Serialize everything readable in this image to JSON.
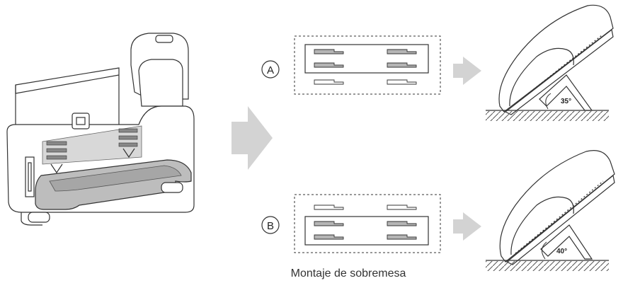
{
  "caption": "Montaje de sobremesa",
  "options": [
    {
      "letter": "A",
      "angle_label": "35°"
    },
    {
      "letter": "B",
      "angle_label": "40°"
    }
  ],
  "colors": {
    "line": "#333333",
    "arrow": "#d3d3d3",
    "slot_fill": "#b5b5b5",
    "stand_fill": "#bdbdbd"
  }
}
